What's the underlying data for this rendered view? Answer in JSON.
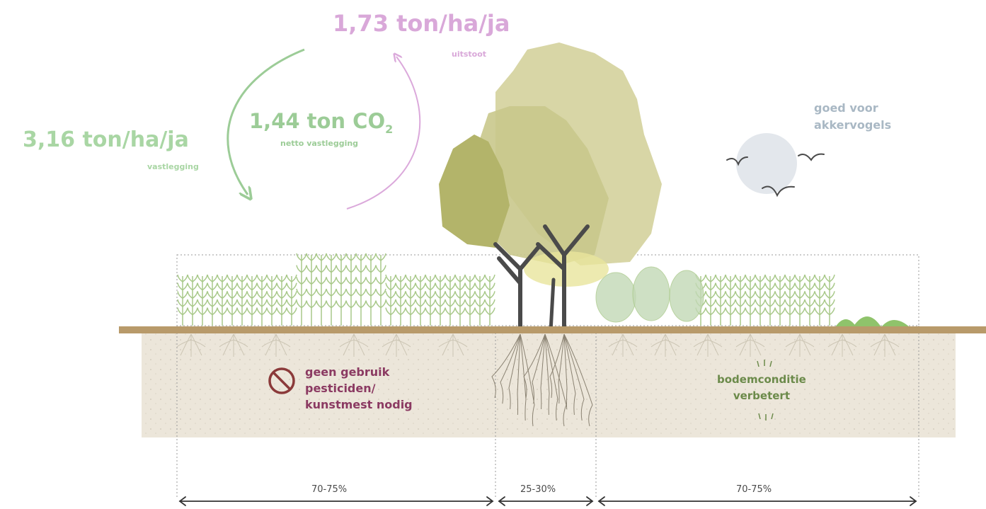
{
  "emission": {
    "value": "1,73 ton/ha/ja",
    "label": "uitstoot"
  },
  "sequestration": {
    "value": "3,16 ton/ha/ja",
    "label": "vastlegging"
  },
  "net": {
    "value_prefix": "1,44 ton CO",
    "subscript": "2",
    "label": "netto vastlegging"
  },
  "birds": {
    "line1": "goed voor",
    "line2": "akkervogels"
  },
  "no_pesticides": {
    "lines": [
      "geen gebruik",
      "pesticiden/",
      "kunstmest nodig"
    ]
  },
  "soil": {
    "lines": [
      "bodemconditie",
      "verbetert"
    ]
  },
  "widths": [
    {
      "label": "70-75%"
    },
    {
      "label": "25-30%"
    },
    {
      "label": "70-75%"
    }
  ],
  "colors": {
    "ground": "#b89a6a",
    "soil": "#ece6da",
    "crops": "#a9c98a",
    "tree_canopy": "#b3b46a",
    "tree_canopy_light": "#d8d6a6",
    "trunk": "#4a4a4a",
    "emission_arrow": "#dba9db",
    "sequestration_arrow": "#9ccc97",
    "sky_circle": "#e3e7ec",
    "no_sign": "#8b3a3a"
  },
  "icons": [
    "no-entry-icon",
    "bird-icon",
    "sun-circle-icon",
    "tree-icon",
    "crop-icon",
    "root-icon"
  ]
}
